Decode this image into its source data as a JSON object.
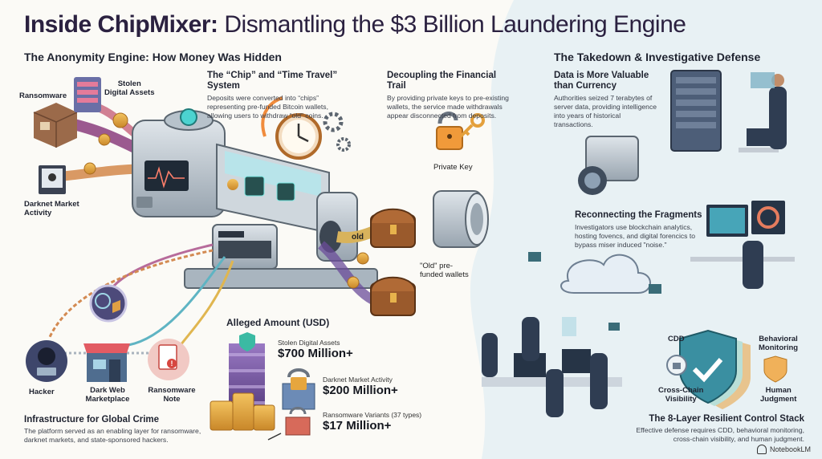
{
  "title": {
    "bold": "Inside ChipMixer:",
    "rest": " Dismantling the $3 Billion Laundering Engine"
  },
  "left": {
    "heading": "The Anonymity Engine: How Money Was Hidden",
    "inputs": {
      "ransomware": "Ransomware",
      "stolen_assets": "Stolen\nDigital Assets",
      "darknet": "Darknet Market\nActivity"
    },
    "chip_system": {
      "heading": "The “Chip” and “Time Travel” System",
      "body": "Deposits were converted into “chips” representing pre-funded Bitcoin wallets, allowing users to withdraw “old” coins."
    },
    "decoupling": {
      "heading": "Decoupling the Financial Trail",
      "body": "By providing private keys to pre-existing wallets, the service made withdrawals appear disconnected from deposits."
    },
    "private_key_label": "Private Key",
    "old_tag": "old",
    "old_wallets_label": "\"Old\" pre-\nfunded wallets",
    "actors": {
      "hacker": "Hacker",
      "marketplace": "Dark Web\nMarketplace",
      "note": "Ransomware\nNote"
    },
    "infrastructure": {
      "heading": "Infrastructure for Global Crime",
      "body": "The platform served as an enabling layer for ransomware, darknet markets, and state-sponsored hackers."
    }
  },
  "amounts": {
    "heading": "Alleged Amount (USD)",
    "items": [
      {
        "label": "Stolen Digital Assets",
        "value": "$700 Million+"
      },
      {
        "label": "Darknet Market Activity",
        "value": "$200 Million+"
      },
      {
        "label": "Ransomware Variants (37 types)",
        "value": "$17 Million+"
      }
    ]
  },
  "right": {
    "heading": "The Takedown & Investigative Defense",
    "data_value": {
      "heading": "Data is More Valuable\nthan Currency",
      "body": "Authorities seized 7 terabytes of server data, providing intelligence into years of historical transactions."
    },
    "reconnecting": {
      "heading": "Reconnecting the Fragments",
      "body": "Investigators use blockchain analytics, hosting fovencs, and digital forencics to bypass miser induced \"noise.\""
    },
    "stack_labels": {
      "cdd": "CDD",
      "behavioral": "Behavioral\nMonitoring",
      "cross_chain": "Cross-Chain\nVisibility",
      "human": "Human\nJudgment"
    },
    "control_stack": {
      "heading": "The 8-Layer Resilient Control Stack",
      "body": "Effective defense requires CDD, behavioral monitoring, cross-chain visibility, and human judgment."
    }
  },
  "brand": "NotebookLM",
  "colors": {
    "accent_teal": "#3aa6a0",
    "gold": "#e1a13b",
    "purple": "#6b4c9a",
    "right_bg": "#e8f1f4"
  }
}
